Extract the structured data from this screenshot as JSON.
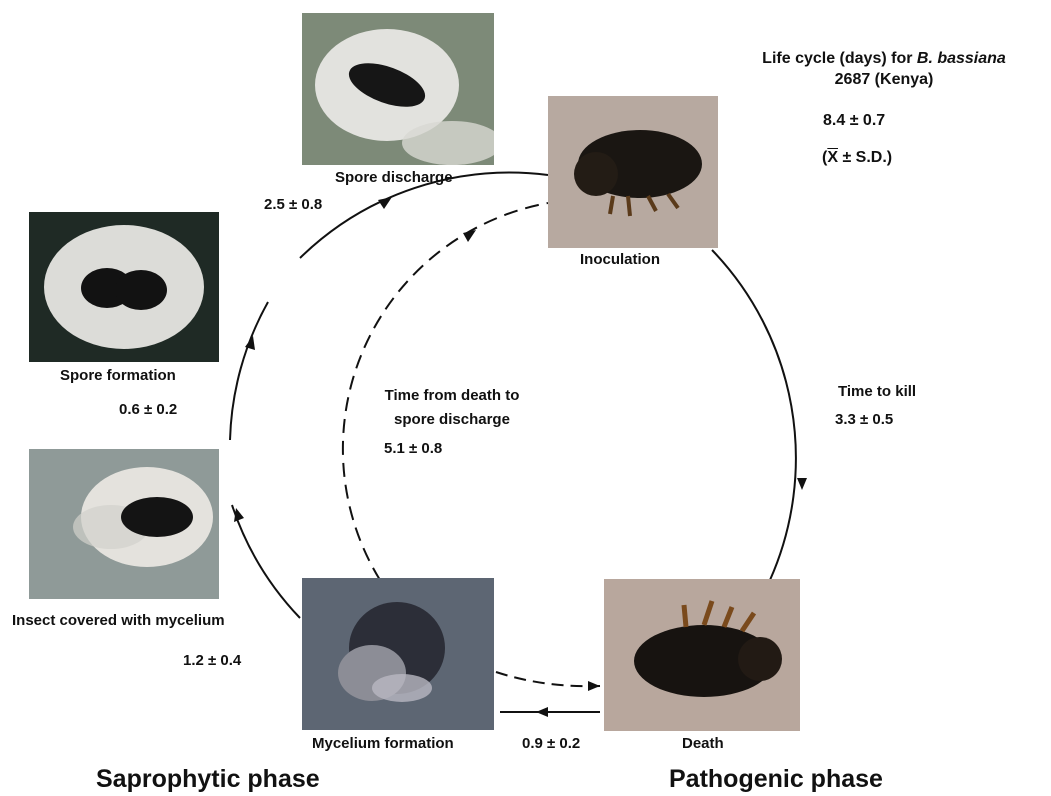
{
  "title": {
    "line1_prefix": "Life cycle (days) for ",
    "line1_species": "B. bassiana",
    "line2": "2687 (Kenya)",
    "total": "8.4 ± 0.7",
    "stat_open": "(",
    "stat_xbar": "X",
    "stat_rest": " ± S.D.)"
  },
  "stages": {
    "spore_discharge": {
      "label": "Spore discharge",
      "value": "2.5 ± 0.8"
    },
    "inoculation": {
      "label": "Inoculation"
    },
    "spore_formation": {
      "label": "Spore formation",
      "value": "0.6 ± 0.2"
    },
    "insect_covered": {
      "label": "Insect covered with mycelium",
      "value": "1.2 ± 0.4"
    },
    "mycelium_formation": {
      "label": "Mycelium formation"
    },
    "death": {
      "label": "Death",
      "value": "0.9 ± 0.2"
    }
  },
  "time_to_kill": {
    "label": "Time to kill",
    "value": "3.3 ± 0.5"
  },
  "death_to_discharge": {
    "line1": "Time from death to",
    "line2": "spore discharge",
    "value": "5.1 ± 0.8"
  },
  "phases": {
    "saprophytic": "Saprophytic phase",
    "pathogenic": "Pathogenic phase"
  }
}
